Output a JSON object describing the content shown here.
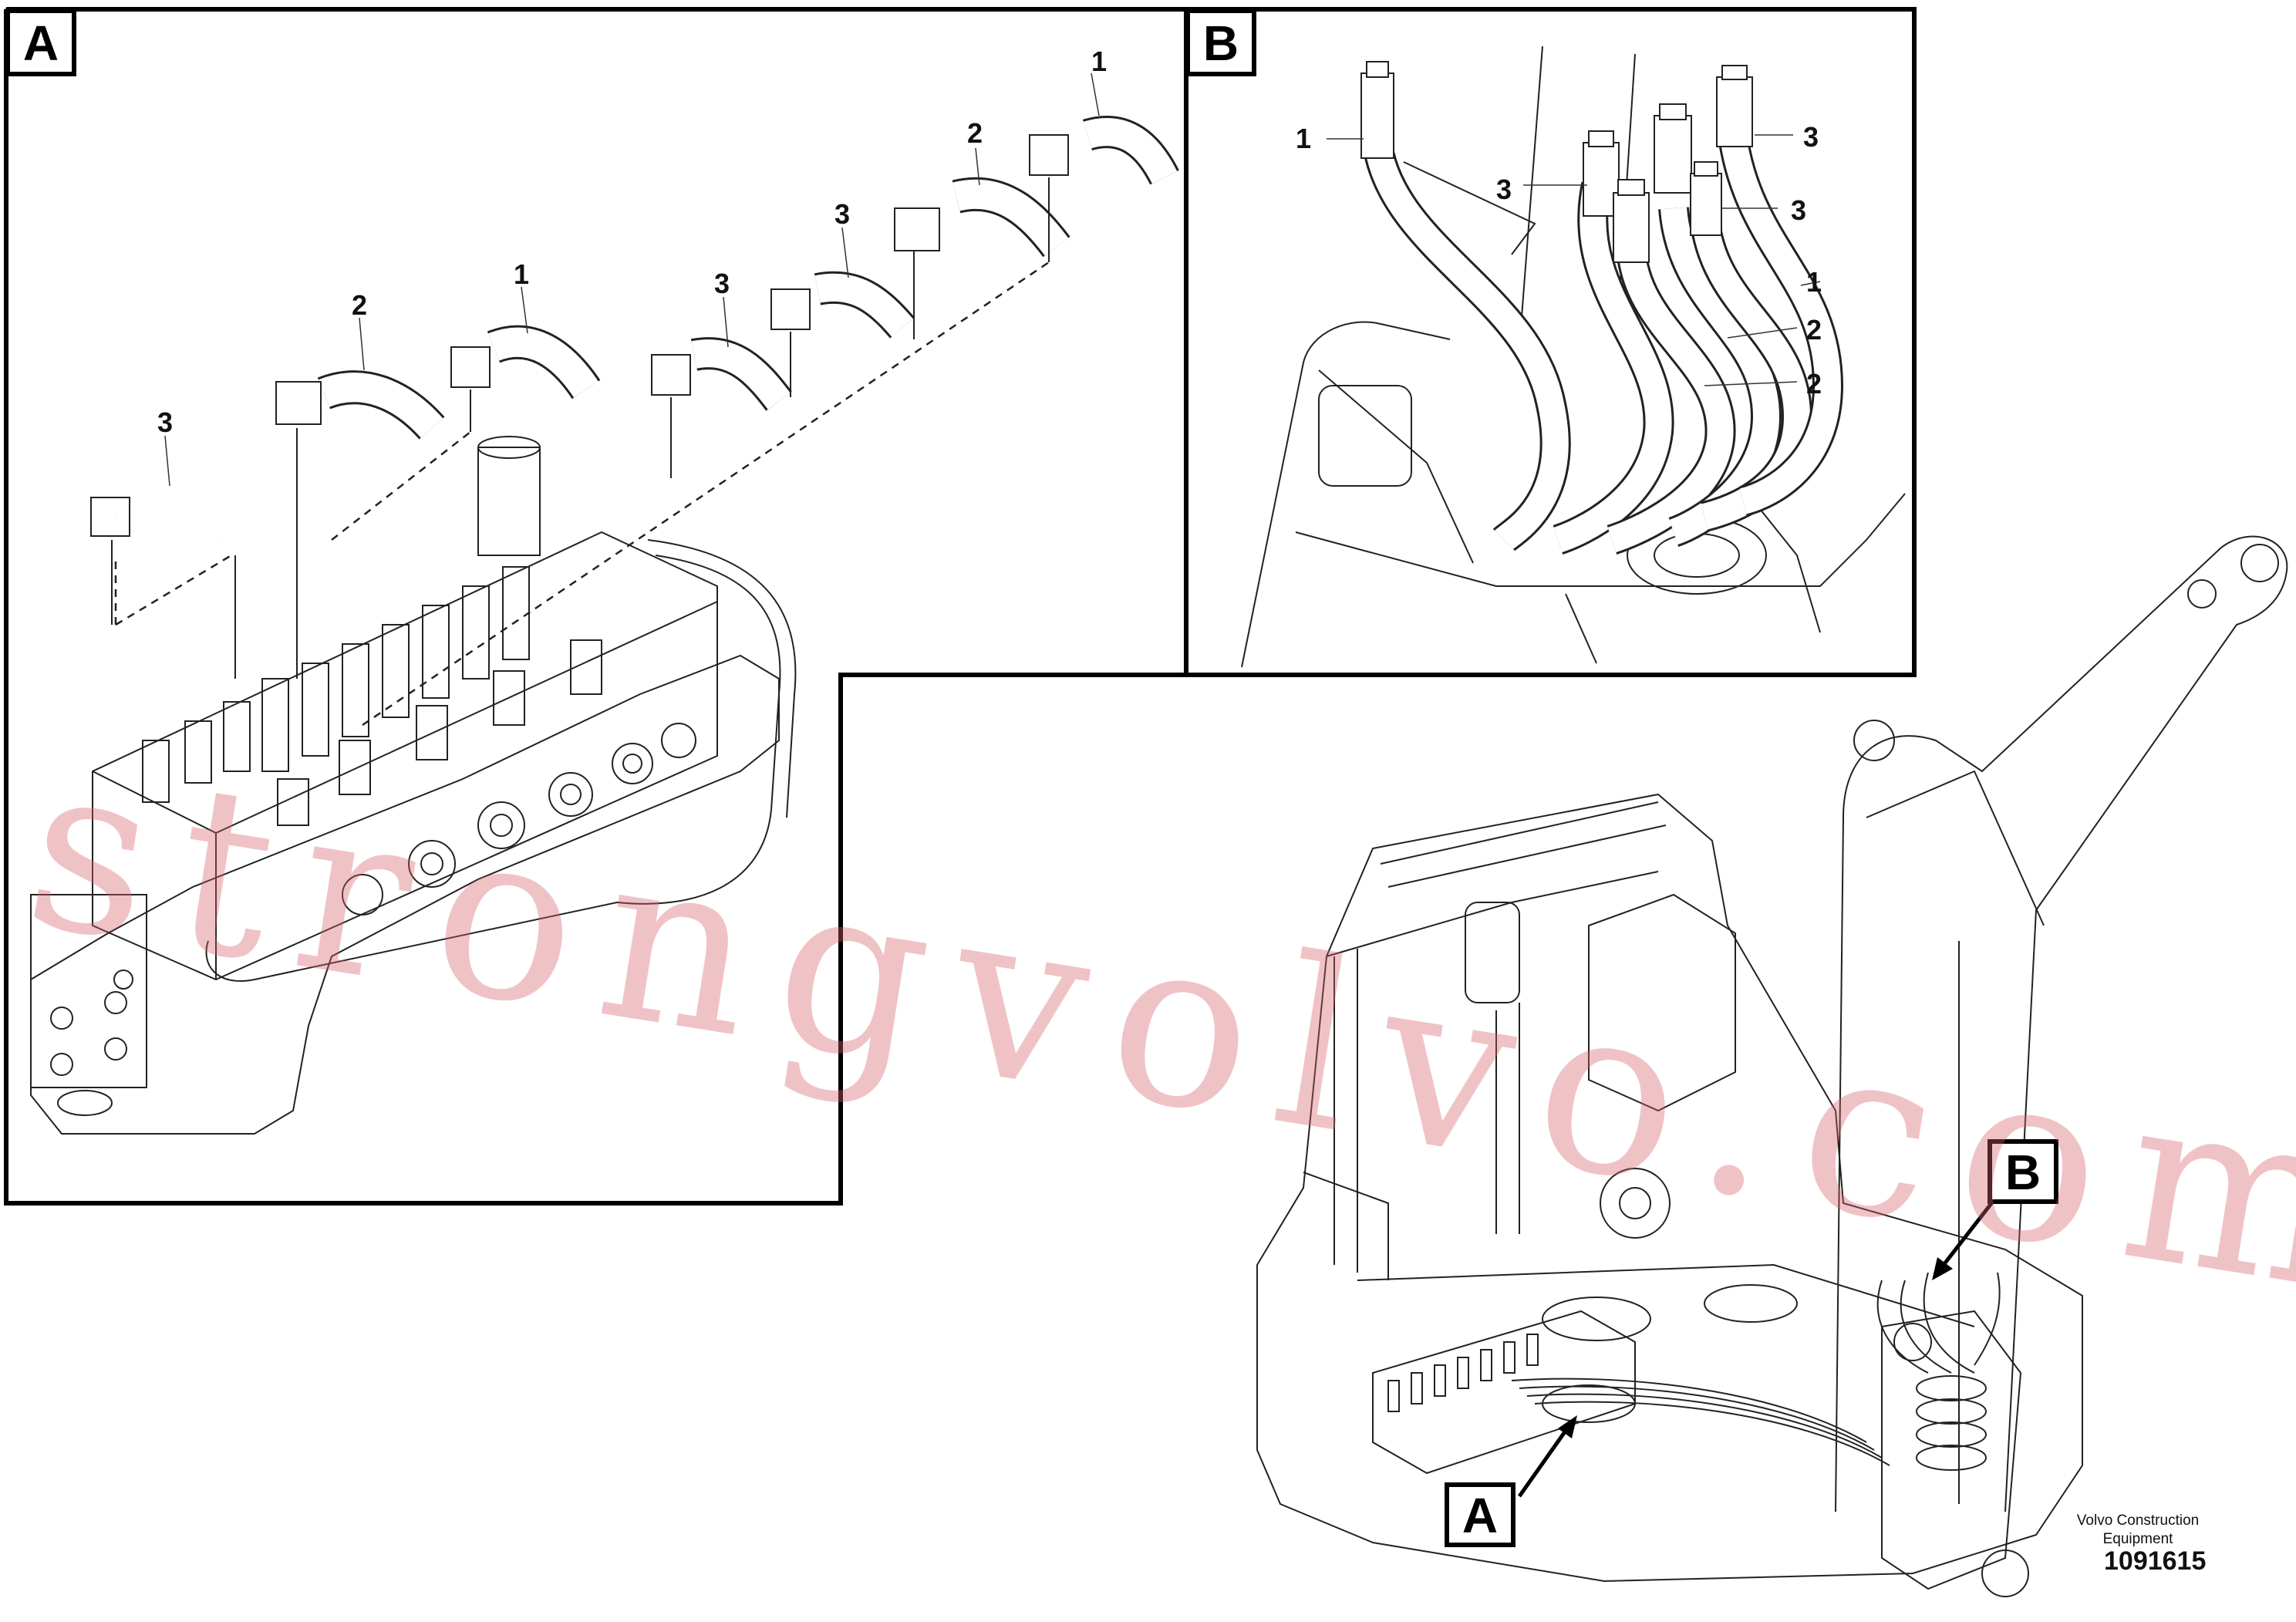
{
  "panels": {
    "a": {
      "letter": "A"
    },
    "b": {
      "letter": "B"
    }
  },
  "panel_a_callouts": [
    "1",
    "2",
    "3",
    "3",
    "1",
    "2",
    "3"
  ],
  "panel_b_callouts": [
    "1",
    "3",
    "3",
    "3",
    "1",
    "2",
    "2"
  ],
  "overview_labels": {
    "a": "A",
    "b": "B"
  },
  "watermark": "strongvolvo.com",
  "credit": {
    "line1": "Volvo Construction",
    "line2": "Equipment"
  },
  "document_number": "1091615"
}
